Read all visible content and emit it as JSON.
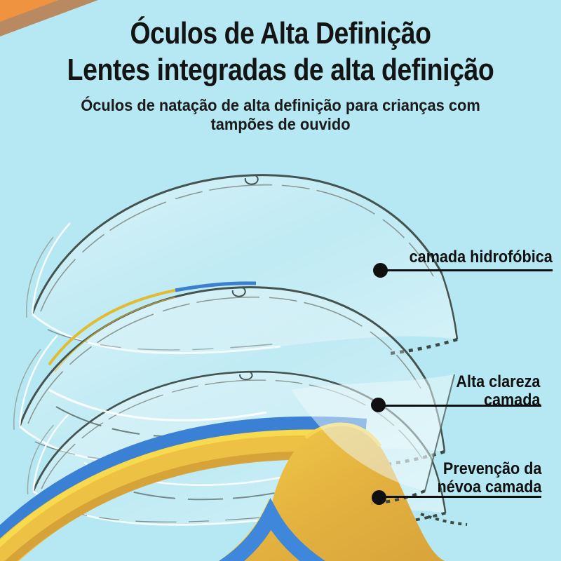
{
  "header": {
    "title_line1": "Óculos de Alta Definição",
    "title_line2": "Lentes integradas de alta definição",
    "subtitle_line1": "Óculos de natação de alta definição para crianças com",
    "subtitle_line2": "tampões de ouvido"
  },
  "callouts": [
    {
      "line1": "camada hidrofóbica"
    },
    {
      "line1": "Alta clareza",
      "line2": "camada"
    },
    {
      "line1": "Prevenção da",
      "line2": "névoa camada"
    }
  ],
  "colors": {
    "background": "#b5e8f2",
    "corner_orange": "#ef9340",
    "corner_shadow": "#b98a62",
    "frame_yellow": "#edc244",
    "frame_blue": "#3a80d4",
    "lens_outline": "#445350",
    "annotation": "#101010",
    "text": "#141414"
  }
}
